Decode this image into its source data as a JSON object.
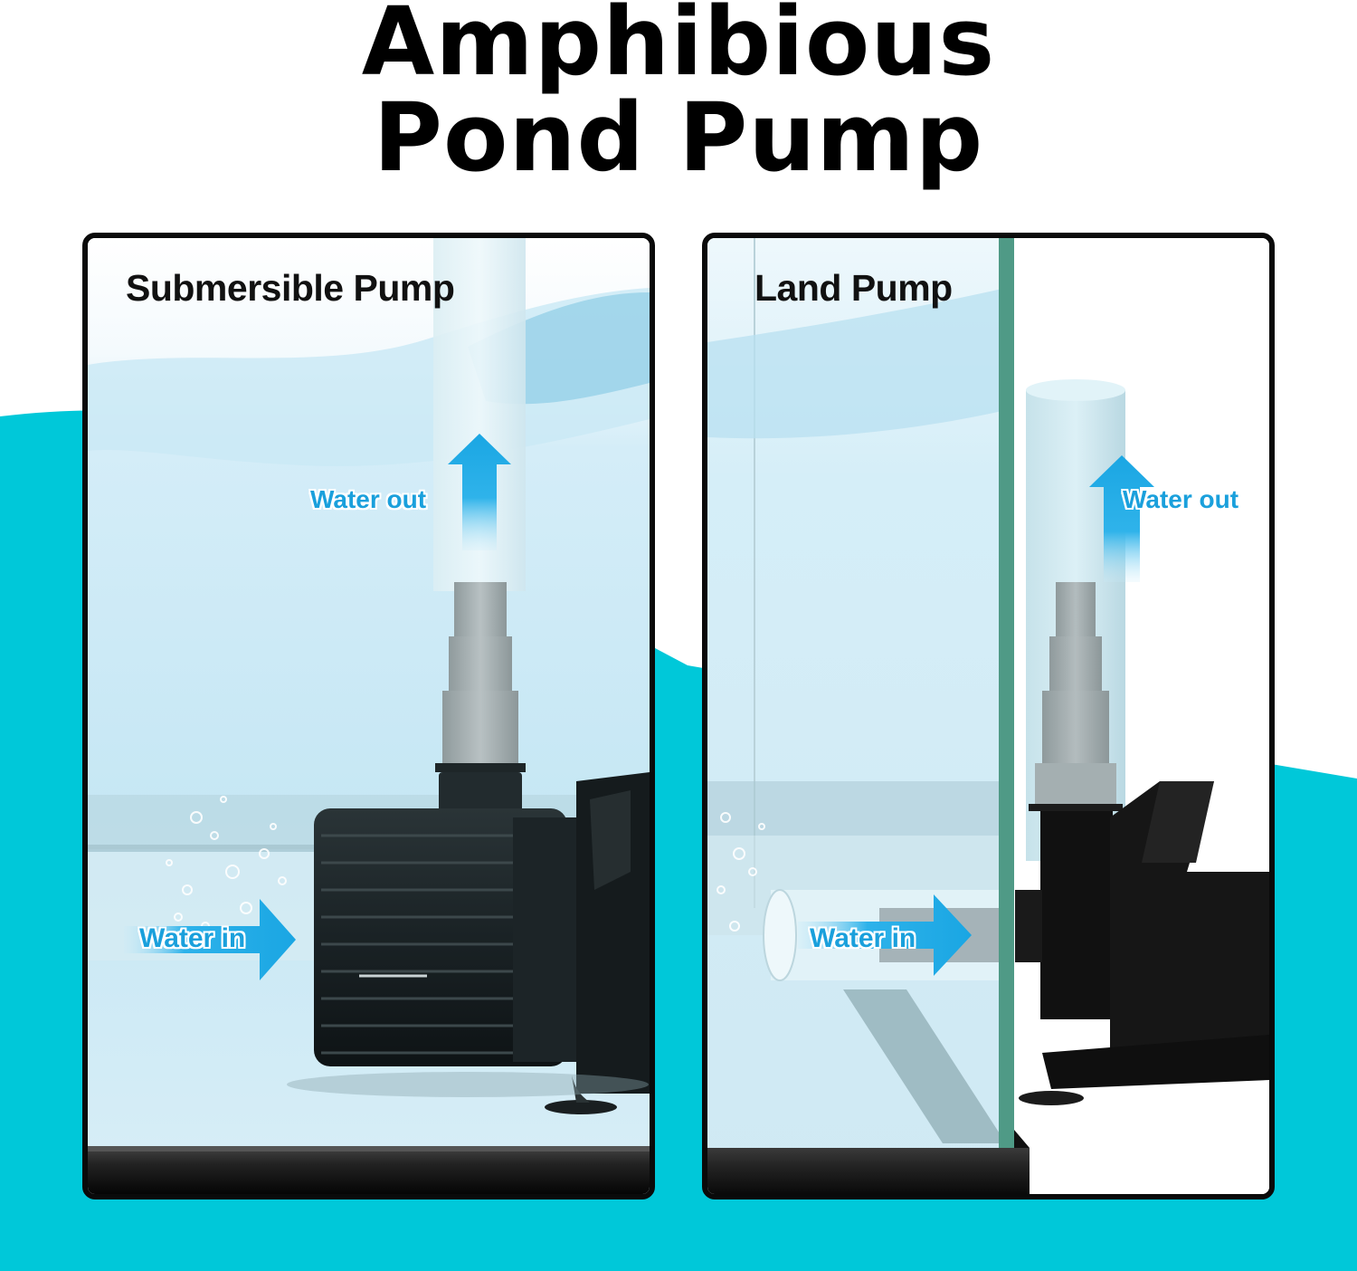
{
  "title": {
    "line1": "Amphibious",
    "line2": "Pond Pump"
  },
  "colors": {
    "teal_background": "#00c8d9",
    "arrow_blue": "#1aa6e3",
    "label_blue": "#1aa0dc",
    "frame_black": "#0a0a0a",
    "glass_green": "#4f9a86",
    "water_light": "#dff2f9"
  },
  "panels": [
    {
      "id": "submersible",
      "title": "Submersible Pump",
      "labels": {
        "water_out": "Water out",
        "water_in": "Water in"
      }
    },
    {
      "id": "land",
      "title": "Land Pump",
      "labels": {
        "water_out": "Water out",
        "water_in": "Water in"
      }
    }
  ]
}
